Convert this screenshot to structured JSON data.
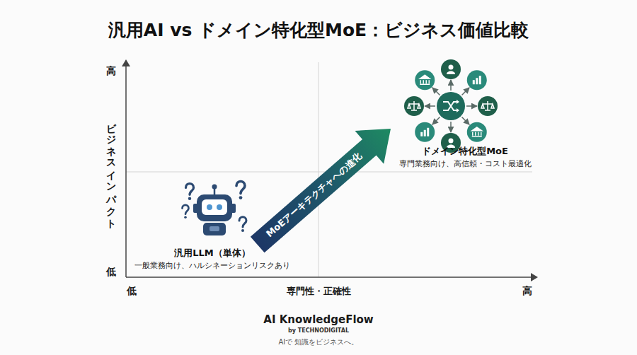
{
  "diagram": {
    "title": "汎用AI vs ドメイン特化型MoE：ビジネス価値比較",
    "nodes": [
      {
        "text": [
          "汎用LLM（単体）",
          "一般業務向け、ハルシネーションリスクあり"
        ]
      },
      {
        "text": [
          "ドメイン特化型MoE",
          "専門業務向け、高信頼・コスト最適化"
        ]
      }
    ],
    "edges": [
      {
        "from": 0,
        "to": 1,
        "arrow": "to",
        "label": "MoEアーキテクチャへの進化"
      }
    ],
    "labels": [
      "高",
      "低",
      "ビジネスインパクト",
      "低",
      "専門性・正確性",
      "高",
      "AI KnowledgeFlow",
      "by TECHNODIGITAL",
      "AIで 知識をビジネスへ。"
    ]
  }
}
